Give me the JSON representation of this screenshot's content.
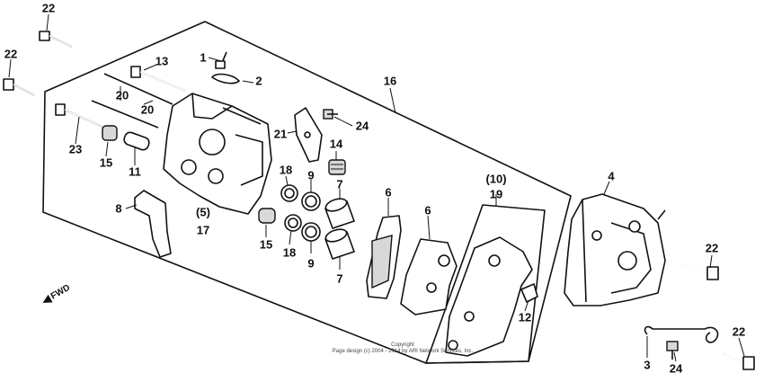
{
  "callouts": {
    "c1": "1",
    "c2": "2",
    "c3": "3",
    "c4": "4",
    "c5": "(5)",
    "c6a": "6",
    "c6b": "6",
    "c7a": "7",
    "c7b": "7",
    "c8": "8",
    "c9a": "9",
    "c9b": "9",
    "c10": "(10)",
    "c11": "11",
    "c12": "12",
    "c13": "13",
    "c14": "14",
    "c15a": "15",
    "c15b": "15",
    "c16": "16",
    "c17": "17",
    "c18a": "18",
    "c18b": "18",
    "c19": "19",
    "c20a": "20",
    "c20b": "20",
    "c21": "21",
    "c22a": "22",
    "c22b": "22",
    "c22c": "22",
    "c22d": "22",
    "c23": "23",
    "c24a": "24",
    "c24b": "24"
  },
  "fwd_label": "FWD",
  "copyright": {
    "line1": "Copyright",
    "line2": "Page design (c) 2004 - 2014 by ARI Network Services, Inc."
  }
}
